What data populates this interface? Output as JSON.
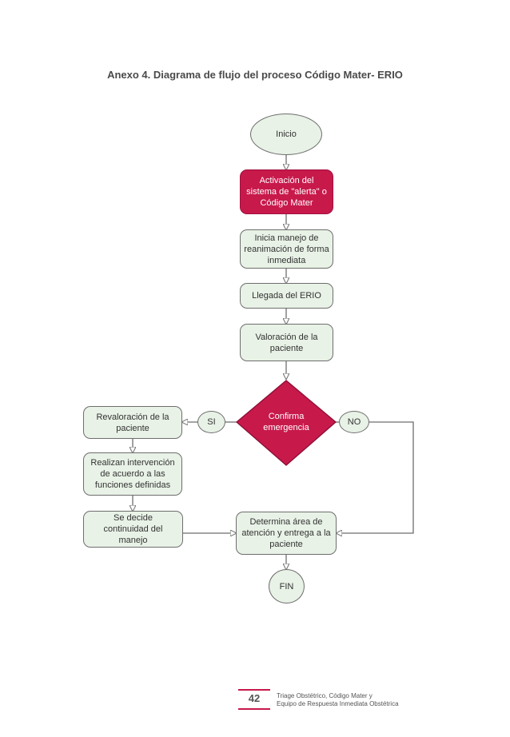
{
  "title": "Anexo 4. Diagrama de flujo del proceso Código Mater- ERIO",
  "nodes": {
    "inicio": "Inicio",
    "activacion": "Activación del sistema de \"alerta\" o Código Mater",
    "inicia_manejo": "Inicia manejo de reanimación de forma inmediata",
    "llegada": "Llegada del ERIO",
    "valoracion": "Valoración de la paciente",
    "confirma": "Confirma emergencia",
    "si": "SI",
    "no": "NO",
    "revaloracion": "Revaloración de la paciente",
    "realizan": "Realizan intervención de acuerdo a las funciones definidas",
    "se_decide": "Se decide continuidad del manejo",
    "determina": "Determina área de atención y entrega a la paciente",
    "fin": "FIN"
  },
  "colors": {
    "node_fill": "#e8f2e6",
    "alert_fill": "#c8194b",
    "line": "#6e6e6e"
  },
  "footer": {
    "page_number": "42",
    "line1": "Triage Obstétrico, Código Mater y",
    "line2": "Equipo de Respuesta Inmediata Obstétrica"
  }
}
